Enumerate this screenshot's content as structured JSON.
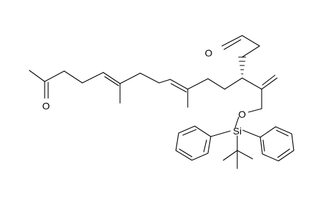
{
  "structure": {
    "atoms": {
      "O_aldehyde": "O",
      "O_ketone": "O",
      "O_ether": "O",
      "Si": "Si"
    }
  }
}
